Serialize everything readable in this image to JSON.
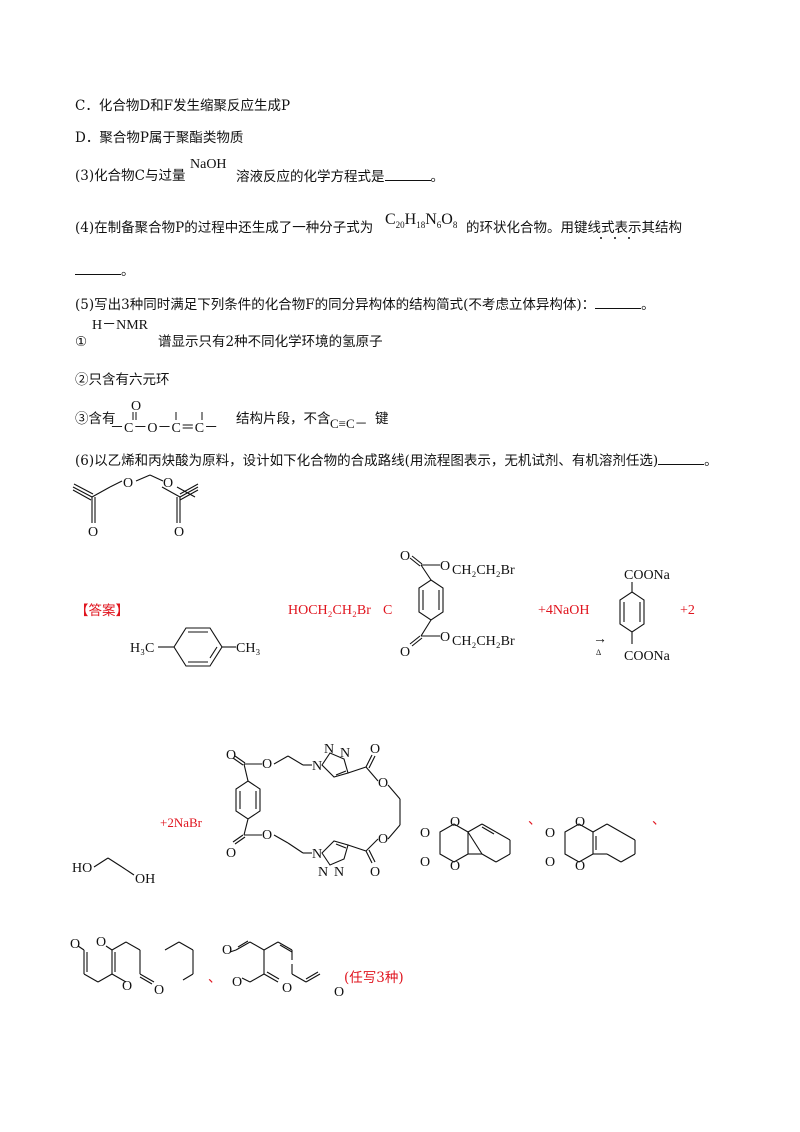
{
  "question": {
    "option_c": "C．化合物D和F发生缩聚反应生成P",
    "option_d": "D．聚合物P属于聚酯类物质",
    "q3_prefix": "(3)化合物C与过量",
    "q3_naoh": "NaOH",
    "q3_suffix": "溶液反应的化学方程式是",
    "q4_prefix": "(4)在制备聚合物P的过程中还生成了一种分子式为",
    "q4_formula": {
      "c": "C",
      "c_n": "20",
      "h": "H",
      "h_n": "18",
      "n": "N",
      "n_n": "6",
      "o": "O",
      "o_n": "8"
    },
    "q4_suffix": "的环状化合物。用键线式表示其结构",
    "q5_text": "(5)写出3种同时满足下列条件的化合物F的同分异构体的结构简式(不考虑立体异构体)：",
    "cond1_marker": "①",
    "cond1_nmr": "H－NMR",
    "cond1_text": "谱显示只有2种不同化学环境的氢原子",
    "cond2_text": "②只含有六元环",
    "cond3_prefix": "③含有",
    "cond3_mid": "结构片段，不含",
    "cond3_suffix": "键",
    "q6_text": "(6)以乙烯和丙炔酸为原料，设计如下化合物的合成路线(用流程图表示，无机试剂、有机溶剂任选)",
    "period": "。"
  },
  "answer": {
    "label": "【答案】",
    "hoch2ch2br": "HOCH₂CH₂Br",
    "c_letter": "C",
    "plus_naoh": "+4NaOH",
    "plus_2": "+2",
    "plus_nabr": "+2NaBr",
    "any_three": "(任写3种)",
    "sep": "、",
    "h3c": "H₃C",
    "ch3": "CH₃",
    "ch2ch2br": "CH₂CH₂Br",
    "coona": "COONa",
    "o": "O",
    "ho": "HO",
    "oh": "OH",
    "n": "N",
    "delta": "Δ",
    "arrow": "→"
  }
}
